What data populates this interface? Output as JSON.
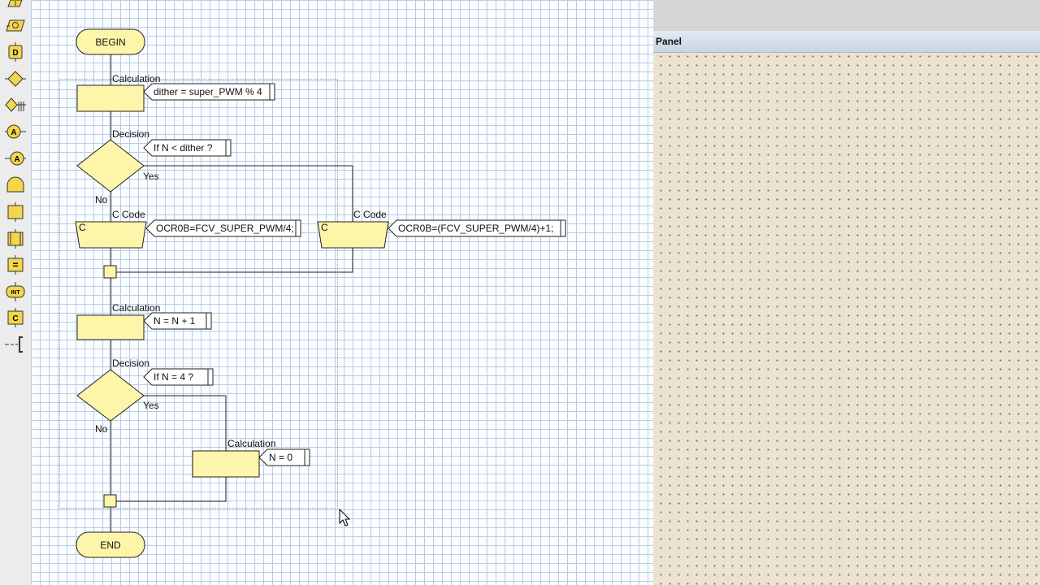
{
  "toolbar": {
    "tools": [
      {
        "name": "input-tool-icon",
        "glyph": "I"
      },
      {
        "name": "output-tool-icon",
        "glyph": "O"
      },
      {
        "name": "delay-tool-icon",
        "glyph": "D"
      },
      {
        "name": "decision-tool-icon",
        "glyph": "◆"
      },
      {
        "name": "switch-tool-icon",
        "glyph": "◆"
      },
      {
        "name": "analog-tool-icon",
        "glyph": "A"
      },
      {
        "name": "comm-tool-icon",
        "glyph": "A"
      },
      {
        "name": "loop-tool-icon",
        "glyph": ""
      },
      {
        "name": "calculation-tool-icon",
        "glyph": ""
      },
      {
        "name": "macro-tool-icon",
        "glyph": ""
      },
      {
        "name": "property-tool-icon",
        "glyph": "="
      },
      {
        "name": "interrupt-tool-icon",
        "glyph": "INT"
      },
      {
        "name": "c-code-tool-icon",
        "glyph": "C"
      },
      {
        "name": "comment-tool-icon",
        "glyph": "--["
      }
    ]
  },
  "flowchart": {
    "begin": "BEGIN",
    "end": "END",
    "calc1": {
      "title": "Calculation",
      "code": "dither = super_PWM % 4"
    },
    "decision1": {
      "title": "Decision",
      "code": "If N < dither ?",
      "yes": "Yes",
      "no": "No"
    },
    "ccode_no": {
      "title": "C Code",
      "glyph": "C",
      "code": "OCR0B=FCV_SUPER_PWM/4;"
    },
    "ccode_yes": {
      "title": "C Code",
      "glyph": "C",
      "code": "OCR0B=(FCV_SUPER_PWM/4)+1;"
    },
    "calc2": {
      "title": "Calculation",
      "code": "N = N + 1"
    },
    "decision2": {
      "title": "Decision",
      "code": "If N = 4 ?",
      "yes": "Yes",
      "no": "No"
    },
    "calc3": {
      "title": "Calculation",
      "code": "N = 0"
    }
  },
  "panel": {
    "title": "Panel"
  },
  "colors": {
    "shape_fill": "#fdf5a9",
    "grid": "#b7cde6",
    "panel_bg": "#ebe2d2"
  }
}
